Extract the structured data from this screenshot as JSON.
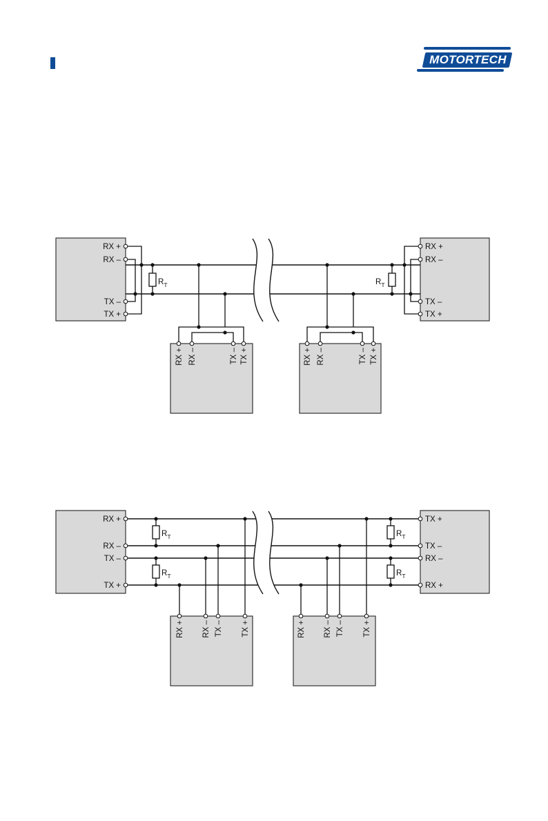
{
  "header": {
    "logo_text": "MOTORTECH",
    "brand_color": "#0f4c97"
  },
  "diagram_a": {
    "main_left_pins": [
      "RX +",
      "RX –",
      "TX –",
      "TX +"
    ],
    "main_right_pins": [
      "RX +",
      "RX –",
      "TX –",
      "TX +"
    ],
    "node_1_pins": [
      "RX +",
      "RX –",
      "TX –",
      "TX +"
    ],
    "node_2_pins": [
      "RX +",
      "RX –",
      "TX –",
      "TX +"
    ],
    "terminator": {
      "symbol": "R",
      "subscript": "T"
    }
  },
  "diagram_b": {
    "main_left_pins": [
      "RX +",
      "RX –",
      "TX –",
      "TX +"
    ],
    "main_right_pins": [
      "TX +",
      "TX –",
      "RX –",
      "RX +"
    ],
    "node_1_pins": [
      "RX +",
      "RX –",
      "TX –",
      "TX +"
    ],
    "node_2_pins": [
      "RX +",
      "RX –",
      "TX –",
      "TX +"
    ],
    "terminator": {
      "symbol": "R",
      "subscript": "T"
    }
  },
  "colors": {
    "device_fill": "#d9d9d9",
    "wire": "#111111"
  }
}
